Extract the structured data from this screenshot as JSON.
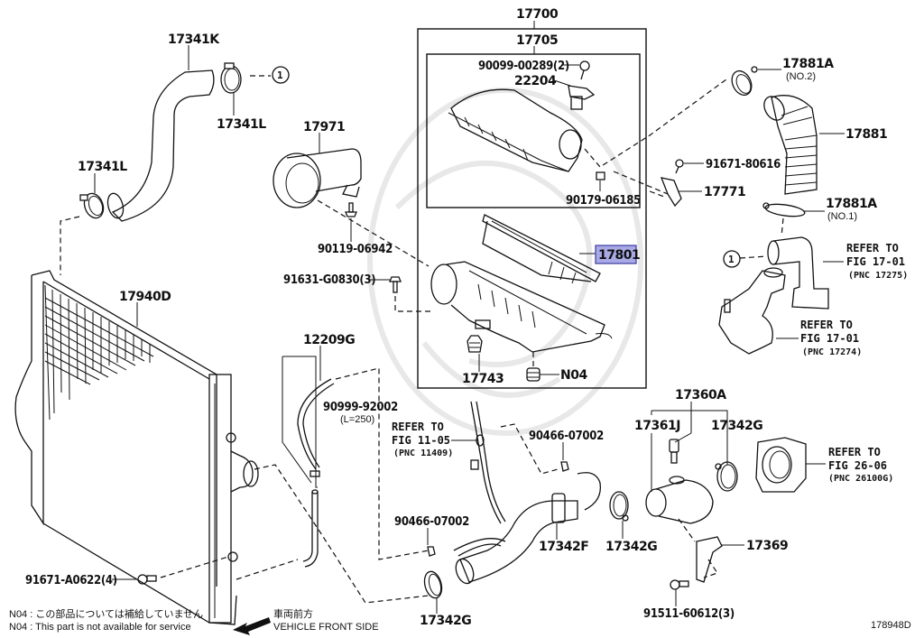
{
  "diagram": {
    "figure_id": "178948D",
    "highlight_color": "#a9a9e6",
    "labels": {
      "p17341K": "17341K",
      "p17341L_top": "17341L",
      "p17341L_left": "17341L",
      "p17971": "17971",
      "p90119": "90119-06942",
      "p91631": "91631-G0830(3)",
      "p17940D": "17940D",
      "p12209G": "12209G",
      "p90999": "90999-92002",
      "p90999_len": "(L=250)",
      "p91671A": "91671-A0622(4)",
      "p17700": "17700",
      "p17705": "17705",
      "p90099": "90099-00289(2)",
      "p22204": "22204",
      "p90179": "90179-06185",
      "p17801": "17801",
      "p17743": "17743",
      "pN04": "N04",
      "p17881A_no2": "17881A",
      "p17881A_no2_sub": "(NO.2)",
      "p17881": "17881",
      "p91671_80616": "91671-80616",
      "p17771": "17771",
      "p17881A_no1": "17881A",
      "p17881A_no1_sub": "(NO.1)",
      "p90466_a": "90466-07002",
      "p90466_b": "90466-07002",
      "p17342F": "17342F",
      "p17342G_mid": "17342G",
      "p17342G_bottom": "17342G",
      "p17342G_right": "17342G",
      "p17360A": "17360A",
      "p17361J": "17361J",
      "p17369": "17369",
      "p91511": "91511-60612(3)",
      "circle_ref_1": "1",
      "circle_ref_2": "1"
    },
    "references": [
      {
        "line1": "REFER TO",
        "line2": "FIG 17-01",
        "line3": "(PNC 17275)"
      },
      {
        "line1": "REFER TO",
        "line2": "FIG 17-01",
        "line3": "(PNC 17274)"
      },
      {
        "line1": "REFER TO",
        "line2": "FIG 11-05",
        "line3": "(PNC 11409)"
      },
      {
        "line1": "REFER TO",
        "line2": "FIG 26-06",
        "line3": "(PNC 26100G)"
      }
    ],
    "notes": {
      "jp": "N04 : この部品については補給していません",
      "en": "N04 : This part is not available for service"
    },
    "direction": {
      "jp": "車両前方",
      "en": "VEHICLE FRONT SIDE",
      "icon": "arrow-left-icon"
    }
  }
}
